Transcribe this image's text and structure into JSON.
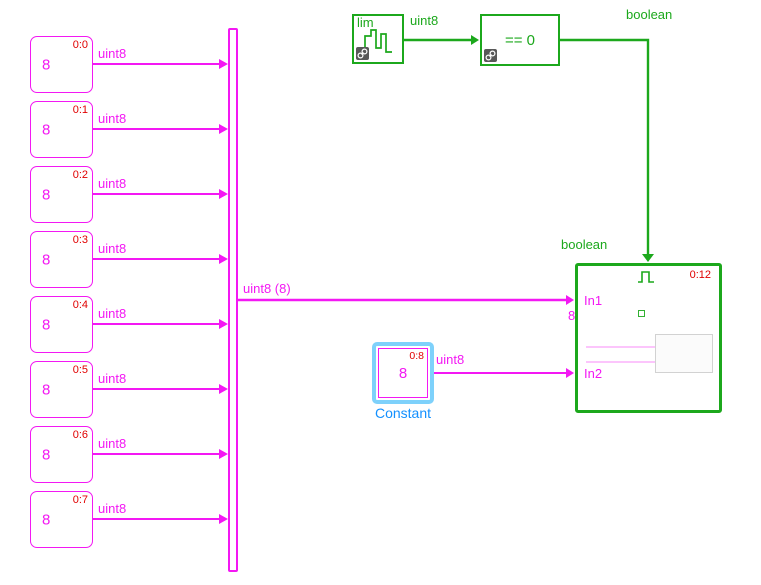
{
  "diagram": {
    "source_blocks": [
      {
        "value": "8",
        "order": "0:0",
        "signal": "uint8"
      },
      {
        "value": "8",
        "order": "0:1",
        "signal": "uint8"
      },
      {
        "value": "8",
        "order": "0:2",
        "signal": "uint8"
      },
      {
        "value": "8",
        "order": "0:3",
        "signal": "uint8"
      },
      {
        "value": "8",
        "order": "0:4",
        "signal": "uint8"
      },
      {
        "value": "8",
        "order": "0:5",
        "signal": "uint8"
      },
      {
        "value": "8",
        "order": "0:6",
        "signal": "uint8"
      },
      {
        "value": "8",
        "order": "0:7",
        "signal": "uint8"
      }
    ],
    "bus": {
      "label": "uint8 (8)",
      "width": "8"
    },
    "lim": {
      "name": "lim",
      "signal": "uint8"
    },
    "compare": {
      "label": "== 0",
      "signal": "boolean"
    },
    "trigger_signal": "boolean",
    "constant": {
      "value": "8",
      "order": "0:8",
      "name": "Constant",
      "signal": "uint8"
    },
    "subsystem": {
      "order": "0:12",
      "port1": "In1",
      "port2": "In2"
    }
  },
  "colors": {
    "magenta": "#F318F3",
    "green": "#1CA81C",
    "red": "#E00000",
    "blue": "#1390FF",
    "selection": "#7ED1FB"
  }
}
